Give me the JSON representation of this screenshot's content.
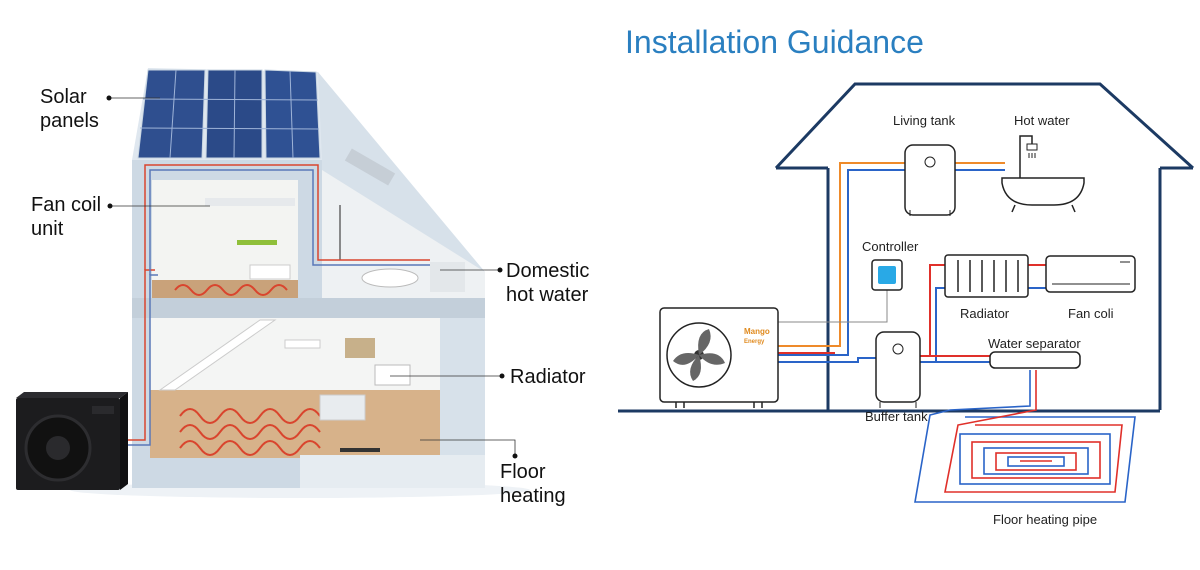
{
  "title": "Installation Guidance",
  "left_labels": {
    "solar_line1": "Solar",
    "solar_line2": "panels",
    "fancoil_line1": "Fan coil",
    "fancoil_line2": "unit",
    "dhw_line1": "Domestic",
    "dhw_line2": "hot water",
    "radiator": "Radiator",
    "floor_line1": "Floor",
    "floor_line2": "heating"
  },
  "right_labels": {
    "living_tank": "Living tank",
    "hot_water": "Hot water",
    "controller": "Controller",
    "radiator": "Radiator",
    "fan_coil": "Fan coli",
    "water_separator": "Water separator",
    "buffer_tank": "Buffer tank",
    "floor_heating_pipe": "Floor heating pipe"
  },
  "brand": {
    "line1": "Mango",
    "line2": "Energy"
  },
  "colors": {
    "title": "#2a7fc0",
    "hot_pipe": "#e0302a",
    "cold_pipe": "#2a64c8",
    "orange_pipe": "#ee8a2a",
    "house_outline": "#1c3a63",
    "controller_screen": "#29a9e6",
    "wall": "#c9d6e2"
  }
}
